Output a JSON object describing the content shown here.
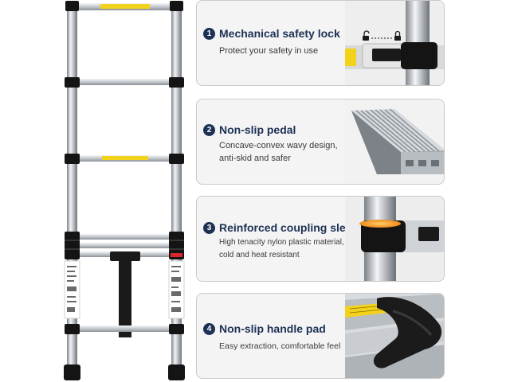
{
  "features": [
    {
      "number": "1",
      "title": "Mechanical safety lock",
      "lines": [
        "Protect your safety in use"
      ]
    },
    {
      "number": "2",
      "title": "Non-slip pedal",
      "lines": [
        "Concave-convex wavy design,",
        "anti-skid and safer"
      ]
    },
    {
      "number": "3",
      "title": "Reinforced coupling sleeve",
      "lines": [
        "High tenacity nylon plastic material,",
        "cold and heat resistant"
      ]
    },
    {
      "number": "4",
      "title": "Non-slip handle pad",
      "lines": [
        "Easy extraction, comfortable feel"
      ]
    }
  ],
  "colors": {
    "badge": "#1d3155",
    "card_background": "#f4f4f4",
    "card_border": "#c9c9c9",
    "aluminum": "#c8ccd0",
    "sleeve": "#141414",
    "warning_label": "#f2d21b",
    "coupling_accent": "#f28a1a"
  },
  "icons": [
    "unlocked-padlock-icon",
    "locked-padlock-icon"
  ]
}
